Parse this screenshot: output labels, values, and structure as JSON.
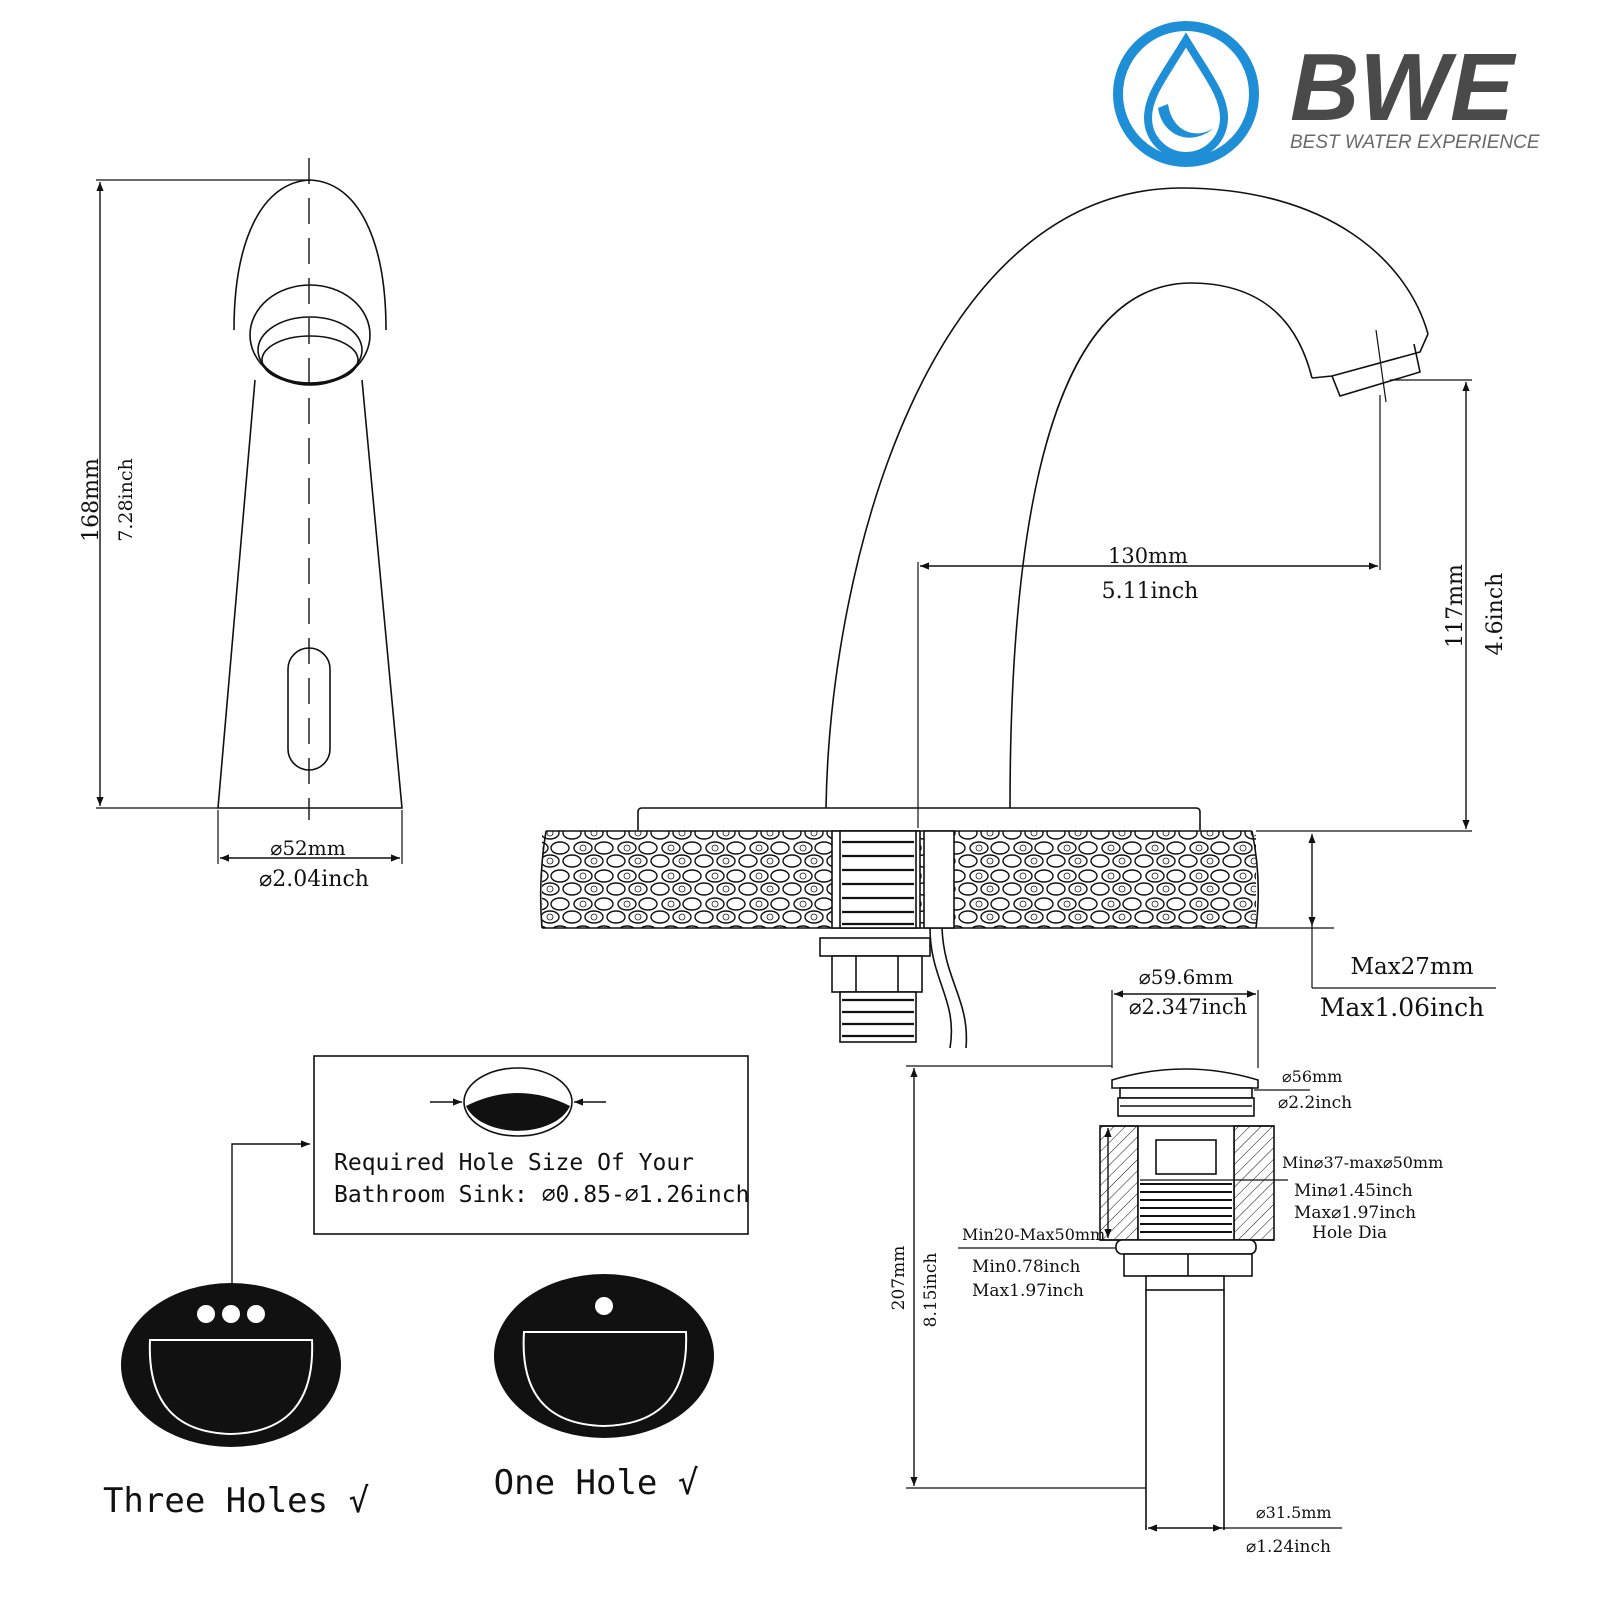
{
  "brand": {
    "name": "BWE",
    "tagline": "BEST WATER EXPERIENCE",
    "color_ring": "#1e8ed6",
    "color_text": "#4a4a4a"
  },
  "front_view": {
    "height_mm": "168mm",
    "height_inch": "7.28inch",
    "base_dia_mm": "⌀52mm",
    "base_dia_inch": "⌀2.04inch"
  },
  "side_view": {
    "reach_mm": "130mm",
    "reach_inch": "5.11inch",
    "spout_height_mm": "117mm",
    "spout_height_inch": "4.6inch",
    "deck_max_mm": "Max27mm",
    "deck_max_inch": "Max1.06inch"
  },
  "drain": {
    "cap_dia_mm": "⌀59.6mm",
    "cap_dia_inch": "⌀2.347inch",
    "flange_dia_mm": "⌀56mm",
    "flange_dia_inch": "⌀2.2inch",
    "hole_range_mm": "Min⌀37-max⌀50mm",
    "hole_min_inch": "Min⌀1.45inch",
    "hole_max_inch": "Max⌀1.97inch",
    "hole_label": "Hole Dia",
    "thickness_mm": "Min20-Max50mm",
    "thickness_min_inch": "Min0.78inch",
    "thickness_max_inch": "Max1.97inch",
    "length_mm": "207mm",
    "length_inch": "8.15inch",
    "tail_dia_mm": "⌀31.5mm",
    "tail_dia_inch": "⌀1.24inch"
  },
  "hole_note": {
    "line1": "Required Hole Size Of Your",
    "line2": "Bathroom Sink: ⌀0.85-⌀1.26inch"
  },
  "sinks": {
    "three_holes": "Three Holes √",
    "one_hole": "One Hole  √"
  }
}
